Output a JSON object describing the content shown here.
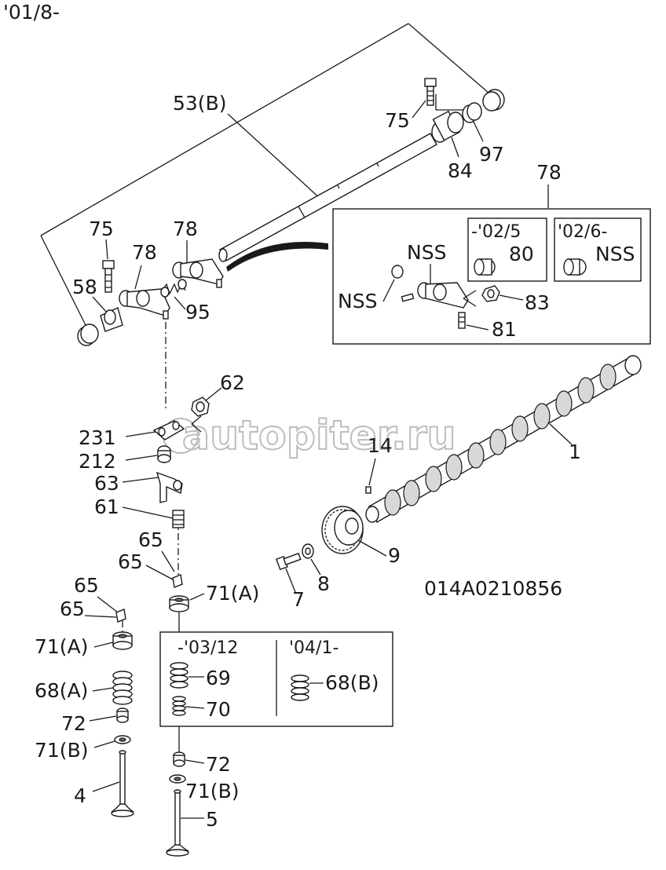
{
  "header_code": "'01/8-",
  "drawing_number": "014A0210856",
  "watermark": "autopiter.ru",
  "inset": {
    "title": "78",
    "variant_a": {
      "label": "-'02/5",
      "part": "80"
    },
    "variant_b": {
      "label": "'02/6-",
      "part": "NSS"
    },
    "labels": {
      "nss_top": "NSS",
      "nss_left": "NSS",
      "p83": "83",
      "p81": "81"
    }
  },
  "spring_box": {
    "variant_a": {
      "label": "-'03/12",
      "p69": "69",
      "p70": "70"
    },
    "variant_b": {
      "label": "'04/1-",
      "p68b": "68(B)"
    }
  },
  "labels": {
    "p53b": "53(B)",
    "p75_top": "75",
    "p84": "84",
    "p97": "97",
    "p78_top": "78",
    "p75_left": "75",
    "p78_left": "78",
    "p78_mid": "78",
    "p58": "58",
    "p95": "95",
    "p62": "62",
    "p231": "231",
    "p212": "212",
    "p63": "63",
    "p61": "61",
    "p14": "14",
    "p1": "1",
    "p9": "9",
    "p8": "8",
    "p7": "7",
    "p65_a": "65",
    "p65_b": "65",
    "p65_c": "65",
    "p65_d": "65",
    "p71a_right": "71(A)",
    "p71a_left": "71(A)",
    "p68a": "68(A)",
    "p72_left": "72",
    "p71b_left": "71(B)",
    "p4": "4",
    "p72_right": "72",
    "p71b_right": "71(B)",
    "p5": "5"
  }
}
